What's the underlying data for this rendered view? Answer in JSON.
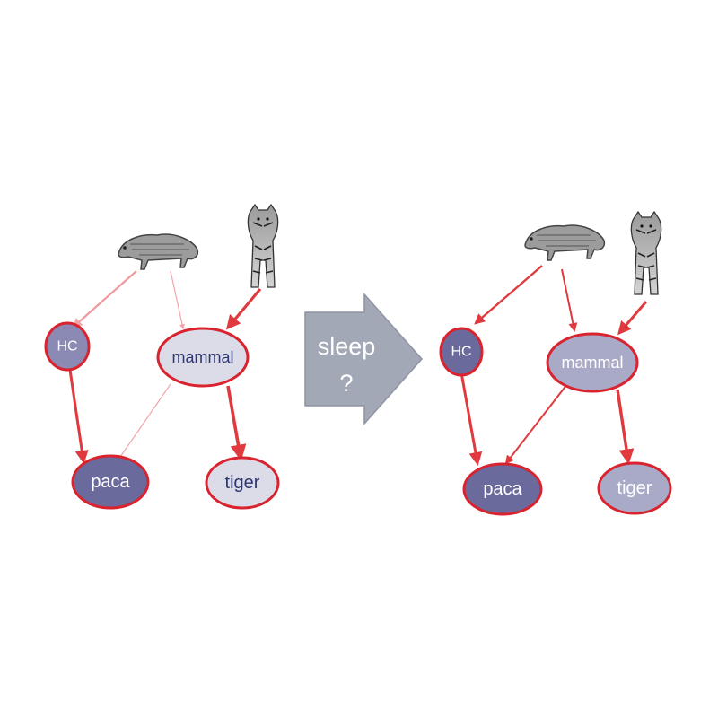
{
  "before": {
    "nodes": {
      "hc": "HC",
      "mammal": "mammal",
      "paca": "paca",
      "tiger": "tiger"
    }
  },
  "after": {
    "nodes": {
      "hc": "HC",
      "mammal": "mammal",
      "paca": "paca",
      "tiger": "tiger"
    }
  },
  "transition": {
    "line1": "sleep",
    "line2": "?"
  },
  "colors": {
    "edge": "#e03a3e",
    "edge_faint": "#f2a5a8",
    "node_stroke": "#d9232e",
    "dark_fill": "#6a6a9c",
    "mid_fill": "#8a8ab4",
    "light_fill": "#dcdce8",
    "arrow_fill": "#a3a8b6"
  },
  "icons": [
    "paca-icon",
    "tiger-icon"
  ]
}
